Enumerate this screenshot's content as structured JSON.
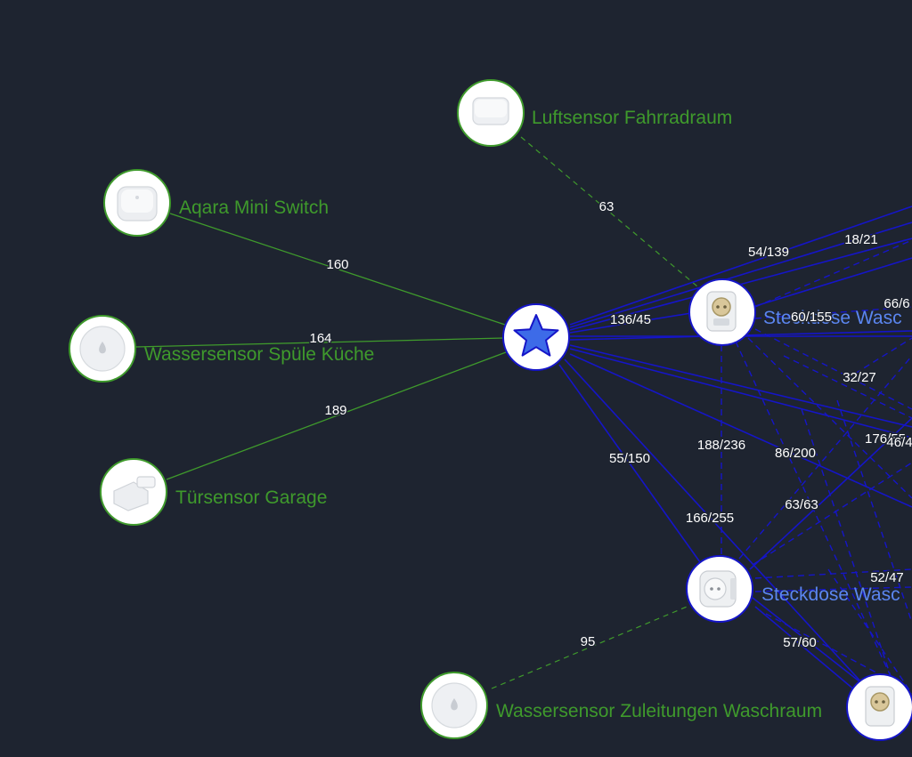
{
  "colors": {
    "background": "#1e2430",
    "zigbee_mesh": "#1515c8",
    "end_device_link": "#3f9a2c",
    "router_label": "#5b86f0",
    "end_device_label": "#3f9a2c",
    "coordinator_star": "#3d6be8"
  },
  "nodes": [
    {
      "id": "coordinator",
      "label": "",
      "role": "coordinator",
      "icon": "star-icon"
    },
    {
      "id": "luftsensor",
      "label": "Luftsensor Fahrradraum",
      "role": "end_device",
      "icon": "air-sensor-icon"
    },
    {
      "id": "aqara",
      "label": "Aqara Mini Switch",
      "role": "end_device",
      "icon": "mini-switch-icon"
    },
    {
      "id": "wasser_kueche",
      "label": "Wassersensor Spüle Küche",
      "role": "end_device",
      "icon": "water-sensor-icon"
    },
    {
      "id": "tuer_garage",
      "label": "Türsensor Garage",
      "role": "end_device",
      "icon": "door-sensor-icon"
    },
    {
      "id": "steckdose1",
      "label": "Steckdose Wasc",
      "role": "router",
      "icon": "smart-plug-icon"
    },
    {
      "id": "steckdose2",
      "label": "Steckdose Wasc",
      "role": "router",
      "icon": "smart-plug-icon"
    },
    {
      "id": "wasser_zuleitung",
      "label": "Wassersensor Zuleitungen Waschraum",
      "role": "end_device",
      "icon": "water-sensor-icon"
    },
    {
      "id": "steckdose3",
      "label": "",
      "role": "router",
      "icon": "smart-plug-icon"
    }
  ],
  "edge_labels": [
    {
      "id": "e-luft",
      "text": "63"
    },
    {
      "id": "e-aqara",
      "text": "160"
    },
    {
      "id": "e-wk",
      "text": "164"
    },
    {
      "id": "e-tuer",
      "text": "189"
    },
    {
      "id": "e-s1",
      "text": "136/45"
    },
    {
      "id": "e-a",
      "text": "54/139"
    },
    {
      "id": "e-b",
      "text": "18/21"
    },
    {
      "id": "e-c",
      "text": "66/6"
    },
    {
      "id": "e-d",
      "text": "60/155"
    },
    {
      "id": "e-e",
      "text": "32/27"
    },
    {
      "id": "e-f",
      "text": "176/55"
    },
    {
      "id": "e-g",
      "text": "46/4"
    },
    {
      "id": "e-h",
      "text": "188/236"
    },
    {
      "id": "e-i",
      "text": "86/200"
    },
    {
      "id": "e-j",
      "text": "55/150"
    },
    {
      "id": "e-k",
      "text": "166/255"
    },
    {
      "id": "e-l",
      "text": "63/63"
    },
    {
      "id": "e-m",
      "text": "52/47"
    },
    {
      "id": "e-n",
      "text": "57/60"
    },
    {
      "id": "e-zu",
      "text": "95"
    }
  ]
}
